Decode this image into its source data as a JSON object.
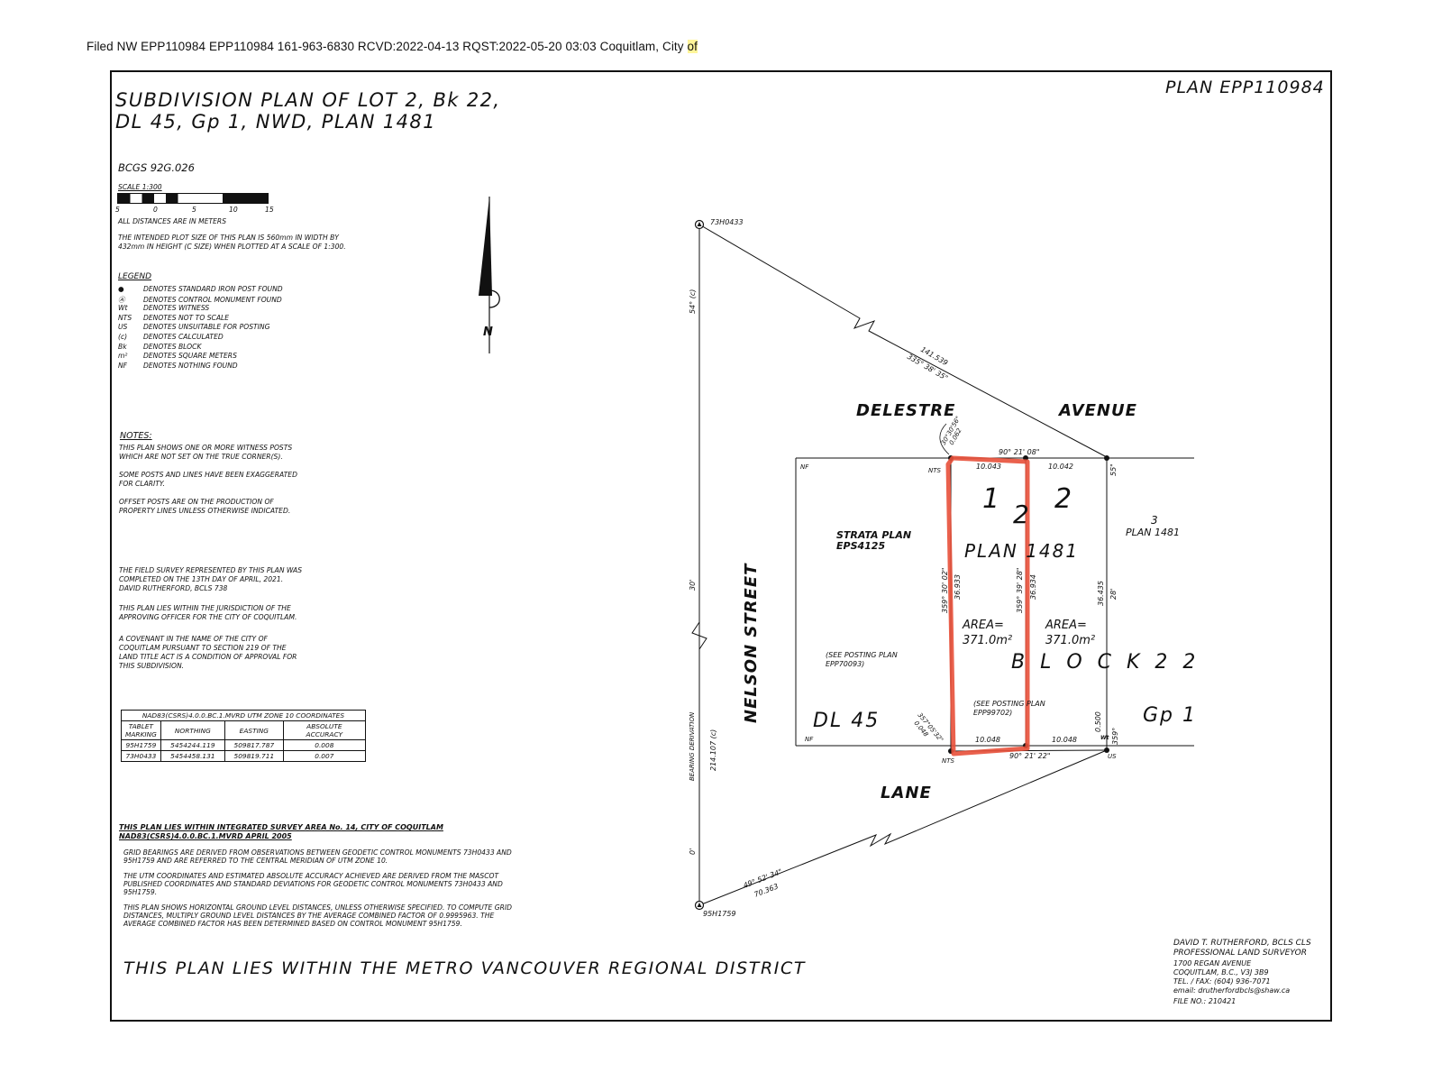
{
  "header": {
    "filed_line": "Filed NW EPP110984 EPP110984 161-963-6830 RCVD:2022-04-13 RQST:2022-05-20 03:03 Coquitlam, City",
    "filed_highlight": "of"
  },
  "title": {
    "line1": "SUBDIVISION PLAN OF LOT 2, Bk 22,",
    "line2": "DL 45, Gp 1, NWD, PLAN 1481",
    "plan_number": "PLAN EPP110984",
    "bcgs": "BCGS 92G.026"
  },
  "scale": {
    "label": "SCALE 1:300",
    "ticks": [
      "5",
      "0",
      "5",
      "10",
      "15"
    ],
    "units_note": "ALL DISTANCES ARE IN METERS",
    "plot_note_1": "THE INTENDED PLOT SIZE OF THIS PLAN IS 560mm IN WIDTH BY",
    "plot_note_2": "432mm IN HEIGHT (C SIZE) WHEN PLOTTED AT A SCALE OF 1:300."
  },
  "legend": {
    "heading": "LEGEND",
    "items": [
      {
        "symbol": "●",
        "text": "DENOTES STANDARD IRON POST FOUND"
      },
      {
        "symbol": "Ⓐ",
        "text": "DENOTES CONTROL MONUMENT FOUND"
      },
      {
        "symbol": "Wt",
        "text": "DENOTES WITNESS"
      },
      {
        "symbol": "NTS",
        "text": "DENOTES NOT TO SCALE"
      },
      {
        "symbol": "US",
        "text": "DENOTES UNSUITABLE FOR POSTING"
      },
      {
        "symbol": "(c)",
        "text": "DENOTES CALCULATED"
      },
      {
        "symbol": "Bk",
        "text": "DENOTES BLOCK"
      },
      {
        "symbol": "m²",
        "text": "DENOTES SQUARE METERS"
      },
      {
        "symbol": "NF",
        "text": "DENOTES NOTHING FOUND"
      }
    ]
  },
  "notes": {
    "heading": "NOTES:",
    "n1a": "THIS PLAN SHOWS ONE OR MORE WITNESS POSTS",
    "n1b": "WHICH ARE NOT SET ON THE TRUE CORNER(S).",
    "n2a": "SOME POSTS AND LINES HAVE BEEN EXAGGERATED",
    "n2b": "FOR CLARITY.",
    "n3a": "OFFSET POSTS ARE ON THE PRODUCTION OF",
    "n3b": "PROPERTY LINES UNLESS OTHERWISE INDICATED.",
    "n4a": "THE FIELD SURVEY REPRESENTED BY THIS PLAN WAS",
    "n4b": "COMPLETED ON THE 13TH DAY OF APRIL, 2021.",
    "n4c": "DAVID RUTHERFORD, BCLS 738",
    "n5a": "THIS PLAN LIES WITHIN THE JURISDICTION OF THE",
    "n5b": "APPROVING OFFICER FOR THE CITY OF COQUITLAM.",
    "n6a": "A COVENANT IN THE NAME OF THE CITY OF",
    "n6b": "COQUITLAM PURSUANT TO SECTION 219 OF THE",
    "n6c": "LAND TITLE ACT IS A CONDITION OF APPROVAL FOR",
    "n6d": "THIS SUBDIVISION."
  },
  "coord_table": {
    "title": "NAD83(CSRS)4.0.0.BC.1.MVRD UTM ZONE 10 COORDINATES",
    "headers": [
      "TABLET MARKING",
      "NORTHING",
      "EASTING",
      "ABSOLUTE ACCURACY"
    ],
    "rows": [
      [
        "95H1759",
        "5454244.119",
        "509817.787",
        "0.008"
      ],
      [
        "73H0433",
        "5454458.131",
        "509819.711",
        "0.007"
      ]
    ]
  },
  "isa": {
    "line1": "THIS PLAN LIES WITHIN INTEGRATED SURVEY AREA No. 14, CITY OF COQUITLAM",
    "line2": "NAD83(CSRS)4.0.0.BC.1.MVRD APRIL 2005",
    "p1a": "GRID BEARINGS ARE DERIVED FROM OBSERVATIONS BETWEEN GEODETIC CONTROL MONUMENTS 73H0433 AND",
    "p1b": "95H1759 AND ARE REFERRED TO THE CENTRAL MERIDIAN OF UTM ZONE 10.",
    "p2a": "THE UTM COORDINATES AND ESTIMATED ABSOLUTE ACCURACY ACHIEVED ARE DERIVED FROM THE MASCOT",
    "p2b": "PUBLISHED COORDINATES AND STANDARD DEVIATIONS FOR GEODETIC CONTROL MONUMENTS 73H0433 AND",
    "p2c": "95H1759.",
    "p3a": "THIS PLAN SHOWS HORIZONTAL GROUND LEVEL DISTANCES, UNLESS OTHERWISE SPECIFIED. TO COMPUTE GRID",
    "p3b": "DISTANCES, MULTIPLY GROUND LEVEL DISTANCES BY THE AVERAGE COMBINED FACTOR OF 0.9995963. THE",
    "p3c": "AVERAGE COMBINED FACTOR HAS BEEN DETERMINED BASED ON CONTROL MONUMENT 95H1759."
  },
  "metro": "THIS PLAN LIES WITHIN THE METRO VANCOUVER REGIONAL DISTRICT",
  "surveyor": {
    "l1": "DAVID T. RUTHERFORD, BCLS CLS",
    "l2": "PROFESSIONAL LAND SURVEYOR",
    "l3": "1700 REGAN AVENUE",
    "l4": "COQUITLAM, B.C., V3J 3B9",
    "l5": "TEL. / FAX: (604) 936-7071",
    "l6": "email: drutherfordbcls@shaw.ca",
    "l7": "FILE NO.: 210421"
  },
  "map": {
    "north": "N",
    "streets": {
      "delestre": "DELESTRE",
      "avenue": "AVENUE",
      "nelson": "NELSON STREET",
      "lane": "LANE"
    },
    "monuments": {
      "top": "73H0433",
      "bottom": "95H1759"
    },
    "bearing_derivation": "BEARING DERIVATION",
    "dim_top_line": "141.539",
    "bearing_top_line": "335° 38' 35\"",
    "dim_bottom_line": "70.363",
    "bearing_bottom_line": "49° 52' 34\"",
    "dim_left": "214.107 (c)",
    "deg_54": "54° (c)",
    "deg_30": "30'",
    "deg_0": "0'",
    "lot1": "1",
    "lot2": "2",
    "lot2_handwritten": "2",
    "lot3": "3",
    "plan_lots": "PLAN 1481",
    "plan_3": "PLAN 1481",
    "strata1": "STRATA PLAN",
    "strata2": "EPS4125",
    "posting1a": "(SEE POSTING PLAN",
    "posting1b": "EPP70093)",
    "posting2a": "(SEE POSTING PLAN",
    "posting2b": "EPP99702)",
    "area1_label": "AREA=",
    "area1_value": "371.0m²",
    "area2_label": "AREA=",
    "area2_value": "371.0m²",
    "block": "B L O C K   2 2",
    "dl": "DL  45",
    "gp": "Gp  1",
    "nf": "NF",
    "nts": "NTS",
    "us": "US",
    "wt": "Wt",
    "top_bearing": "90° 21' 08\"",
    "bottom_bearing": "90° 21' 22\"",
    "top_w": "10.043",
    "top_e": "10.042",
    "bottom_w": "10.048",
    "bottom_e": "10.048",
    "left_bearing": "359° 30' 02\"",
    "left_dim": "36.933",
    "mid_bearing": "359° 39' 28\"",
    "mid_dim": "36.934",
    "right_dim": "36.435",
    "right_28": "28'",
    "right_55": "55\"",
    "right_359": "359°",
    "right_0500": "0.500",
    "off_tl_b": "30°30'56\"",
    "off_tl_d": "0.062",
    "off_bl_b": "357°05'32\"",
    "off_bl_d": "0.048",
    "highlight_color": "#e8503a"
  }
}
